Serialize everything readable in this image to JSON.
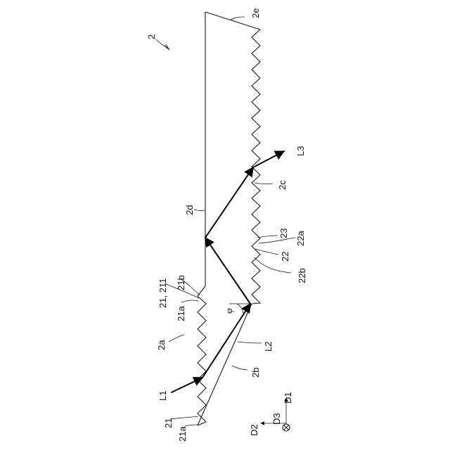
{
  "figure": {
    "labels": {
      "fig_ref": "2",
      "edge_2e": "2e",
      "edge_2d": "2d",
      "region_2a": "2a",
      "edge_2b": "2b",
      "region_2c": "2c",
      "ray_L1": "L1",
      "ray_L2": "L2",
      "ray_L3": "L3",
      "ref_21_211": "21, 211",
      "ref_21b": "21b",
      "ref_21a_top": "21a",
      "ref_21": "21",
      "ref_21a_bottom": "21a",
      "ref_23": "23",
      "ref_22a": "22a",
      "ref_22": "22",
      "ref_22b": "22b",
      "angle_phi": "φ",
      "axis_D1": "D1",
      "axis_D2": "D2",
      "axis_D3": "D3"
    },
    "icons": {
      "d3_axis": "circle-cross-icon",
      "arrowhead": "arrowhead-icon"
    },
    "colors": {
      "line": "#1a1a1a",
      "background": "#ffffff"
    }
  }
}
